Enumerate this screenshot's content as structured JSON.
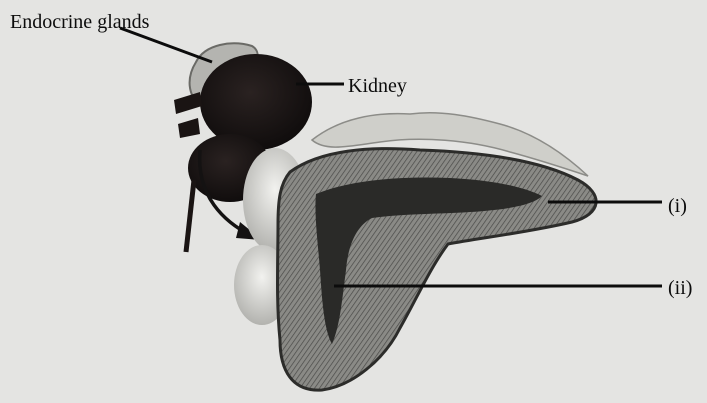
{
  "labels": {
    "endocrine_glands": "Endocrine glands",
    "kidney": "Kidney",
    "part_i": "(i)",
    "part_ii": "(ii)"
  },
  "colors": {
    "paper": "#e4e4e2",
    "ink": "#0c0c0c",
    "kidney_dark": "#1a1413",
    "cortex": "#6e6e6c",
    "medulla": "#2a2a28",
    "fat": "#d8d8d4"
  }
}
